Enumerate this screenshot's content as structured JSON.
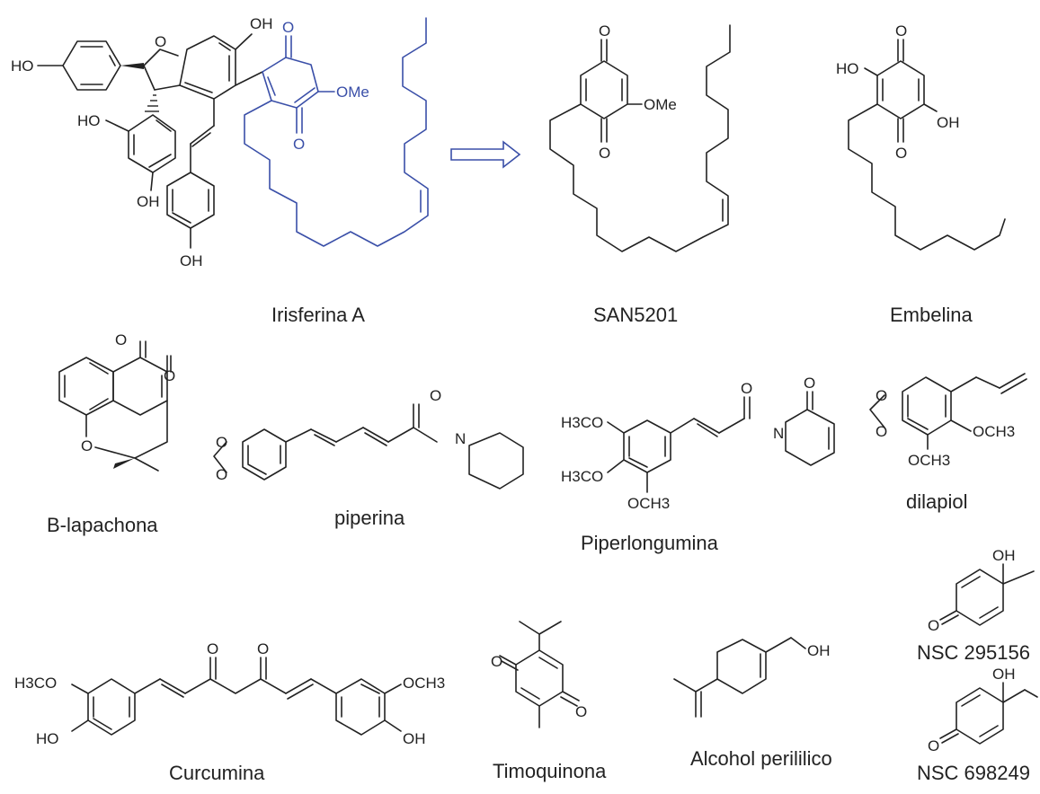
{
  "compounds": {
    "irisferina_a": "Irisferina A",
    "san5201": "SAN5201",
    "embelina": "Embelina",
    "b_lapachona": "B-lapachona",
    "piperina": "piperina",
    "piperlongumina": "Piperlongumina",
    "dilapiol": "dilapiol",
    "nsc_295156": "NSC 295156",
    "curcumina": "Curcumina",
    "timoquinona": "Timoquinona",
    "alcohol_perililico": "Alcohol perililico",
    "nsc_698249": "NSC 698249"
  },
  "atoms": {
    "oh": "OH",
    "ho": "HO",
    "o": "O",
    "ome": "OMe",
    "n": "N",
    "h3co": "H3CO",
    "och3": "OCH3"
  },
  "colors": {
    "ink": "#222222",
    "highlight": "#3a4fa8"
  },
  "icons": {
    "arrow": "hollow-right-arrow-icon"
  }
}
